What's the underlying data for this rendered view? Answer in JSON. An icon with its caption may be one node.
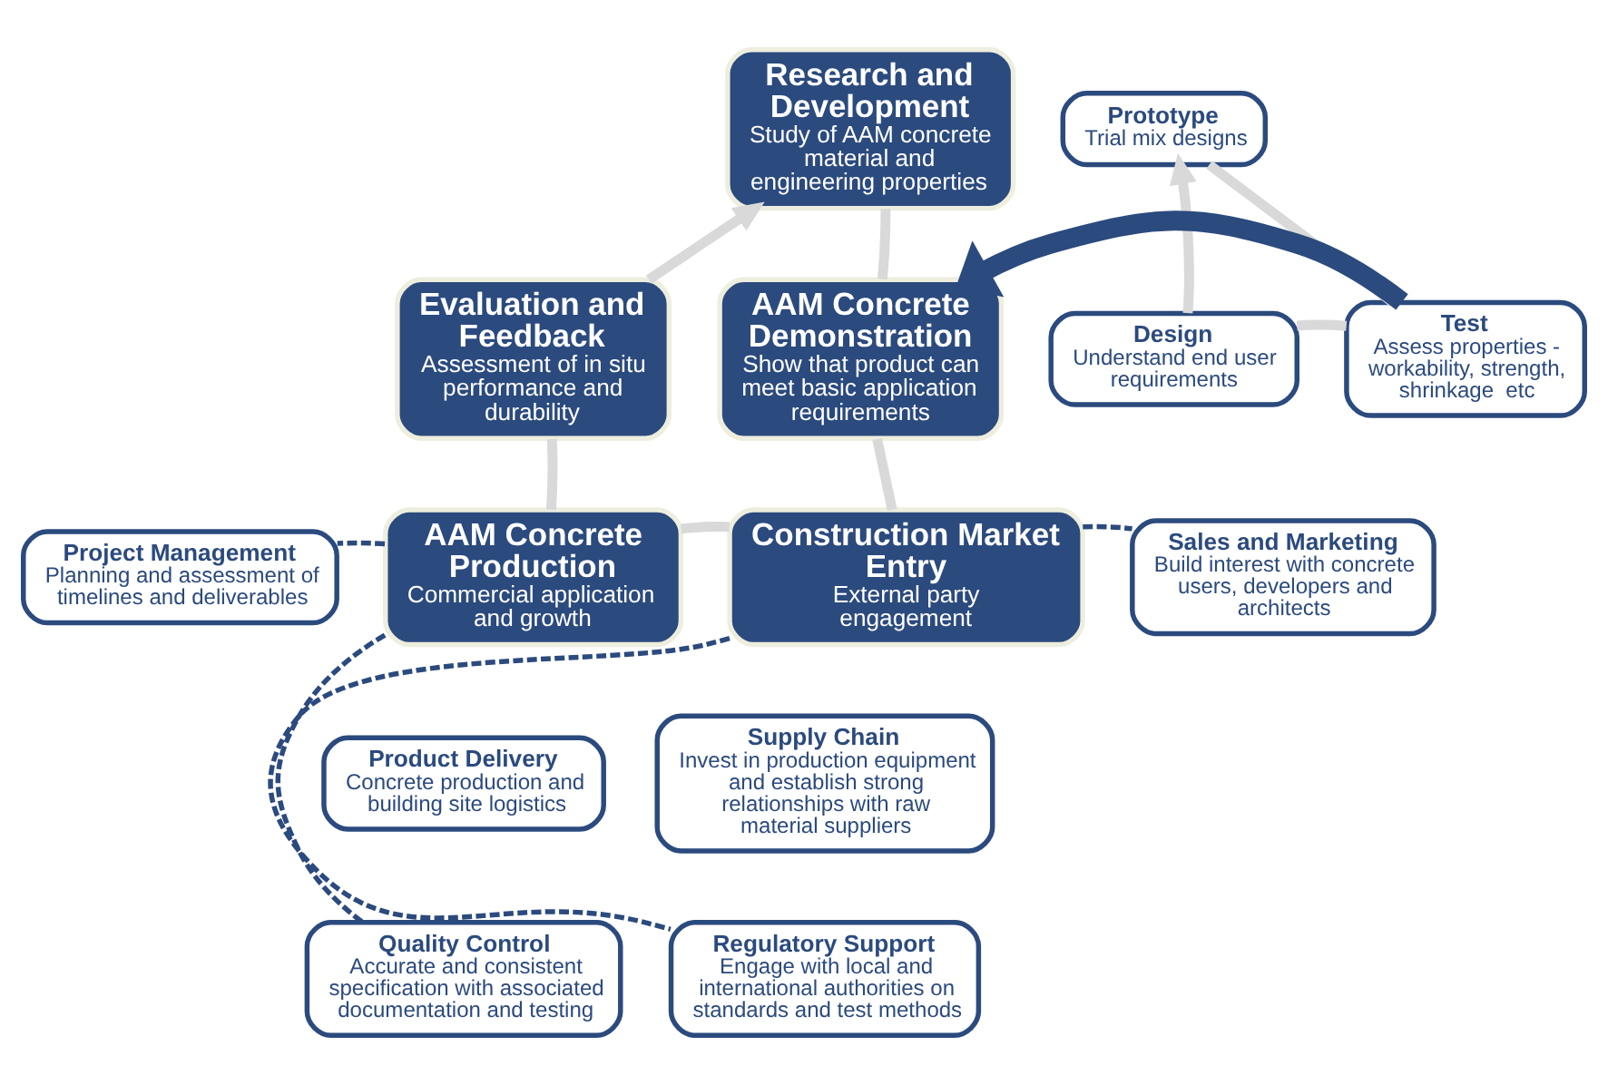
{
  "diagram": {
    "nodes": [
      {
        "text": [
          "Research and Development",
          "Study of AAM concrete material and engineering properties"
        ]
      },
      {
        "text": [
          "AAM Concrete Demonstration",
          "Show that product can meet basic application requirements"
        ]
      },
      {
        "text": [
          "Construction Market Entry",
          "External party engagement"
        ]
      },
      {
        "text": [
          "AAM Concrete Production",
          "Commercial application and growth"
        ]
      },
      {
        "text": [
          "Evaluation and Feedback",
          "Assessment of in situ performance and durability"
        ]
      },
      {
        "text": [
          "Prototype",
          "Trial mix designs"
        ]
      },
      {
        "text": [
          "Design",
          "Understand end user requirements"
        ]
      },
      {
        "text": [
          "Test",
          "Assess properties - workability, strength, shrinkage  etc"
        ]
      },
      {
        "text": [
          "Project Management",
          "Planning and assessment of timelines and deliverables"
        ]
      },
      {
        "text": [
          "Product Delivery",
          "Concrete production and building site logistics"
        ]
      },
      {
        "text": [
          "Quality Control",
          "Accurate and consistent specification with associated documentation and testing"
        ]
      },
      {
        "text": [
          "Sales and Marketing",
          "Build interest with concrete users, developers and architects"
        ]
      },
      {
        "text": [
          "Supply Chain",
          "Invest in production equipment and establish strong relationships with raw material suppliers"
        ]
      },
      {
        "text": [
          "Regulatory Support",
          "Engage with local and international authorities on standards and test methods"
        ]
      }
    ],
    "edges": [
      {
        "from": 0,
        "to": 1,
        "arrow": "none"
      },
      {
        "from": 1,
        "to": 2,
        "arrow": "none"
      },
      {
        "from": 2,
        "to": 3,
        "arrow": "none"
      },
      {
        "from": 3,
        "to": 4,
        "arrow": "none"
      },
      {
        "from": 4,
        "to": 0,
        "arrow": "to"
      },
      {
        "from": 6,
        "to": 5,
        "arrow": "to"
      },
      {
        "from": 5,
        "to": 7,
        "arrow": "none"
      },
      {
        "from": 7,
        "to": 6,
        "arrow": "none"
      },
      {
        "from": 7,
        "to": 1,
        "arrow": "to",
        "style": "thick",
        "color": "#2b4a7e"
      },
      {
        "from": 3,
        "to": 8,
        "arrow": "none",
        "style": "dashed",
        "color": "#2b4a7e"
      },
      {
        "from": 3,
        "to": 10,
        "arrow": "none",
        "style": "dashed",
        "color": "#2b4a7e"
      },
      {
        "from": 2,
        "to": 11,
        "arrow": "none",
        "style": "dashed",
        "color": "#2b4a7e"
      },
      {
        "from": 2,
        "to": 13,
        "arrow": "none",
        "style": "dashed",
        "color": "#2b4a7e"
      }
    ]
  }
}
